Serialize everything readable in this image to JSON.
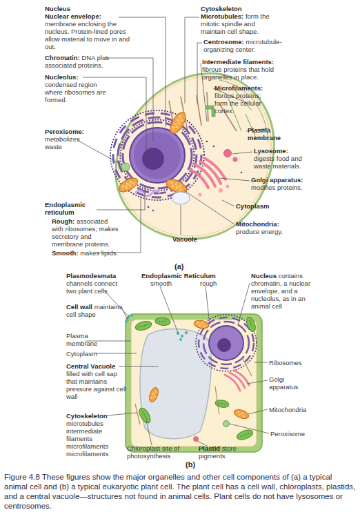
{
  "diagram": {
    "caption": "Figure 4.8 These figures show the major organelles and other cell components of (a) a typical animal cell and (b) a typical eukaryotic plant cell. The plant cell has a cell wall, chloroplasts, plastids, and a central vacuole—structures not found in animal cells. Plant cells do not have lysosomes or centrosomes.",
    "labels": [
      "Nucleus",
      "Nuclear envelope:",
      "membrane enclosing the nucleus. Protein-lined pores allow material to move in and out.",
      "Chromatin:",
      "DNA plus associated proteins.",
      "Nucleolus:",
      "condensed region where ribosomes are formed.",
      "Cytoskeleton",
      "Microtubules:",
      "form the mitotic spindle and maintain cell shape.",
      "Centrosome:",
      "microtubule-organizing center.",
      "Intermediate filaments:",
      "fibrous proteins that hold organelles in place.",
      "Microfilaments:",
      "fibrous proteins; form the cellular cortex.",
      "Peroxisome:",
      "metabolizes waste",
      "Plasma membrane",
      "Lysosome:",
      "digests food and waste materials.",
      "Golgi apparatus:",
      "modifies proteins.",
      "Endoplasmic reticulum",
      "Rough:",
      "associated with ribosomes; makes secretory and membrane proteins.",
      "Smooth:",
      "makes lipids.",
      "Cytoplasm",
      "Mitochondria:",
      "produce energy.",
      "Vacuole",
      "(a)",
      "Plasmodesmata",
      "channels connect two plant cells",
      "Endoplasmic Reticulum",
      "smooth",
      "rough",
      "Nucleus",
      "contains chromatin, a nuclear envelope, and a nucleolus, as in an animal cell",
      "Cell wall",
      "maintains cell shape",
      "Plasma membrane",
      "Cytoplasm",
      "Central Vacuole",
      "filled with cell sap that maintains pressure against cell wall",
      "Ribosomes",
      "Golgi apparatus",
      "Mitochondria",
      "Peroxisome",
      "Cytoskeleton",
      "microtubules",
      "intermediate filaments",
      "microfilaments",
      "microfilaments",
      "Chloroplast site of photosynthesis",
      "Plastid",
      "store pigments",
      "(b)"
    ]
  }
}
